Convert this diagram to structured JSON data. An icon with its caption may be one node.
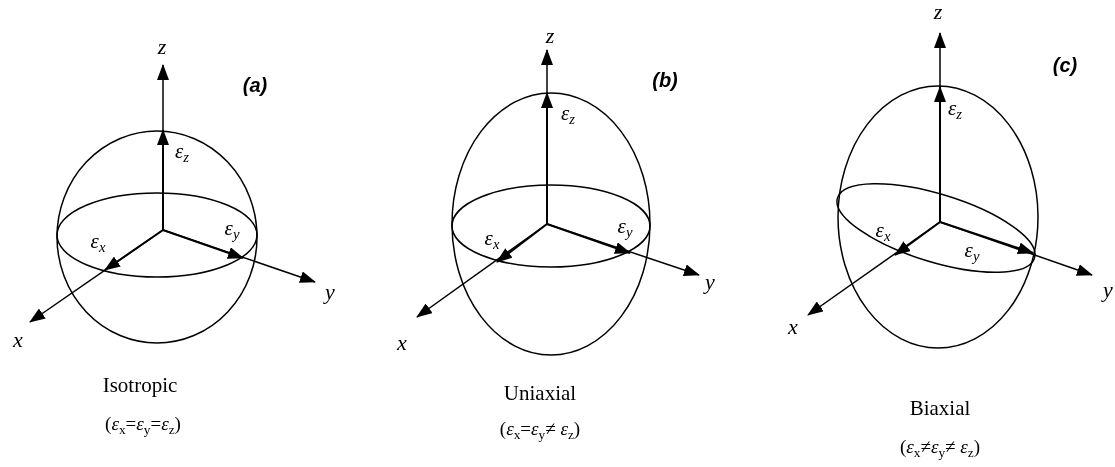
{
  "diagram": {
    "labels": [
      "z",
      "(a)",
      "ε$_{z}$",
      "ε$_{x}$",
      "ε$_{y}$",
      "x",
      "y",
      "Isotropic",
      "(*ε*$_{x}$=*ε*$_{y}$=*ε*$_{z}$)",
      "z",
      "(b)",
      "ε$_{z}$",
      "ε$_{x}$",
      "ε$_{y}$",
      "x",
      "y",
      "Uniaxial",
      "(*ε*$_{x}$=*ε*$_{y}$≠ *ε*$_{z}$)",
      "z",
      "(c)",
      "ε$_{z}$",
      "ε$_{x}$",
      "ε$_{y}$",
      "x",
      "y",
      "Biaxial",
      "(*ε*$_{x}$≠*ε*$_{y}$≠ *ε*$_{z}$)"
    ]
  }
}
